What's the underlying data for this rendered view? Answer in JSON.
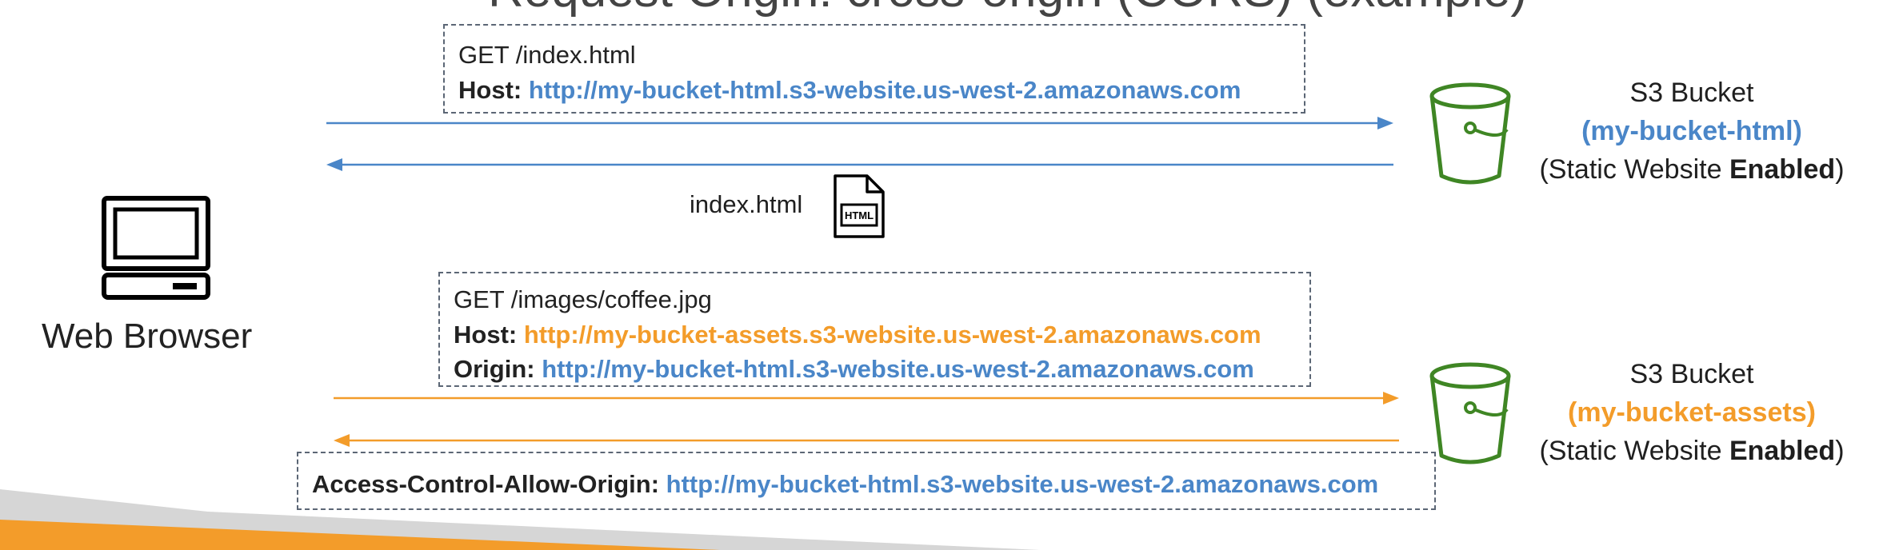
{
  "title_partial": "Request Origin: cross-origin (CORS) (example)",
  "request1": {
    "get_line": "GET /index.html",
    "host_label": "Host:",
    "host_value": "http://my-bucket-html.s3-website.us-west-2.amazonaws.com"
  },
  "response1": {
    "label": "index.html",
    "file_icon_text": "HTML"
  },
  "request2": {
    "get_line": "GET /images/coffee.jpg",
    "host_label": "Host:",
    "host_value": "http://my-bucket-assets.s3-website.us-west-2.amazonaws.com",
    "origin_label": "Origin:",
    "origin_value": "http://my-bucket-html.s3-website.us-west-2.amazonaws.com"
  },
  "response2": {
    "acao_label": "Access-Control-Allow-Origin:",
    "acao_value": "http://my-bucket-html.s3-website.us-west-2.amazonaws.com"
  },
  "browser": {
    "label": "Web Browser",
    "icon": "computer-icon"
  },
  "bucket1": {
    "title": "S3 Bucket",
    "name": "(my-bucket-html)",
    "status_prefix": "(Static Website ",
    "status_bold": "Enabled",
    "status_suffix": ")",
    "icon": "s3-bucket-icon"
  },
  "bucket2": {
    "title": "S3 Bucket",
    "name": "(my-bucket-assets)",
    "status_prefix": "(Static Website ",
    "status_bold": "Enabled",
    "status_suffix": ")",
    "icon": "s3-bucket-icon"
  },
  "colors": {
    "blue": "#4a86c8",
    "orange": "#f39c2a",
    "green": "#3f8624",
    "dash": "#5b6675"
  }
}
